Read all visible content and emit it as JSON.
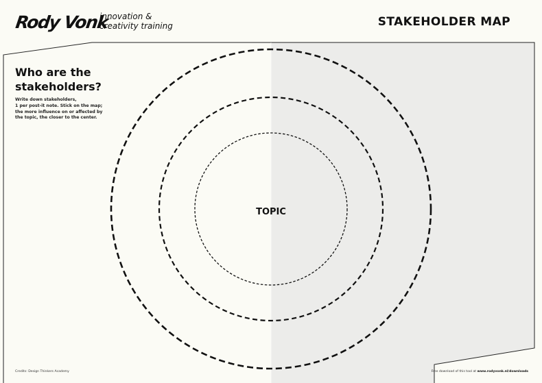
{
  "header": {
    "logo": "Rody Vonk",
    "tagline_lines": [
      "innovation &",
      "creativity training"
    ],
    "title": "STAKEHOLDER MAP"
  },
  "sidebar": {
    "question_lines": [
      "Who are the",
      "stakeholders?"
    ],
    "instruction_lines": [
      "Write down stakeholders,",
      "1 per post-it note. Stick on the map;",
      "the more influence on or affected by",
      "the topic, the closer to the center."
    ]
  },
  "map": {
    "center_label": "TOPIC",
    "ring_count": 3,
    "colors": {
      "background": "#fbfbf5",
      "shaded_half": "#ececea",
      "ink": "#111111"
    }
  },
  "footer": {
    "credits": "Credits: Design Thinkers Academy",
    "download_prefix": "Free download of this tool at ",
    "download_link": "www.rodyvonk.nl/downloads"
  }
}
